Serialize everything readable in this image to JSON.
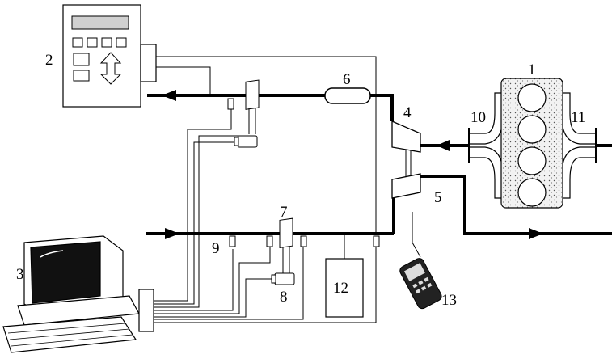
{
  "diagram": {
    "labels": {
      "engine": "1",
      "controller": "2",
      "computer": "3",
      "compressor": "4",
      "turbine": "5",
      "intercooler": "6",
      "flowmeter": "7",
      "pressure_transducer": "8",
      "temperature_sensor": "9",
      "intake_manifold": "10",
      "exhaust_manifold": "11",
      "unit_12": "12",
      "handheld_meter": "13"
    },
    "flow_arrows": [
      "left",
      "right",
      "left",
      "right"
    ],
    "colors": {
      "line": "#000000",
      "screen": "#111111",
      "engine_fill": "#e8e8e8"
    }
  }
}
